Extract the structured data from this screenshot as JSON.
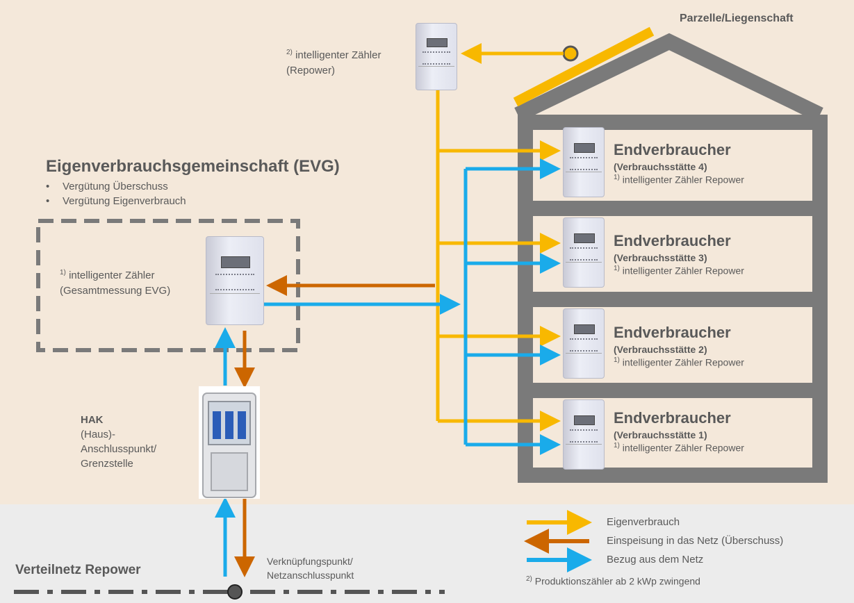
{
  "title_region": "Parzelle/Liegenschaft",
  "evg": {
    "title": "Eigenverbrauchsgemeinschaft (EVG)",
    "bullets": [
      "Vergütung Überschuss",
      "Vergütung Eigenverbrauch"
    ],
    "meter_sup": "1)",
    "meter_line1": "intelligenter Zähler",
    "meter_line2": "(Gesamtmessung EVG)"
  },
  "solar_meter": {
    "sup": "2)",
    "line1": "intelligenter Zähler",
    "line2": "(Repower)"
  },
  "consumers": [
    {
      "title": "Endverbraucher",
      "sub": "(Verbrauchsstätte 4)",
      "sup": "1)",
      "meter": "intelligenter Zähler Repower"
    },
    {
      "title": "Endverbraucher",
      "sub": "(Verbrauchsstätte 3)",
      "sup": "1)",
      "meter": "intelligenter Zähler Repower"
    },
    {
      "title": "Endverbraucher",
      "sub": "(Verbrauchsstätte 2)",
      "sup": "1)",
      "meter": "intelligenter Zähler Repower"
    },
    {
      "title": "Endverbraucher",
      "sub": "(Verbrauchsstätte 1)",
      "sup": "1)",
      "meter": "intelligenter Zähler Repower"
    }
  ],
  "hak": {
    "title": "HAK",
    "line1": "(Haus)-",
    "line2": "Anschlusspunkt/",
    "line3": "Grenzstelle"
  },
  "grid": {
    "name": "Verteilnetz Repower",
    "point_line1": "Verknüpfungspunkt/",
    "point_line2": "Netzanschlusspunkt"
  },
  "legend": [
    {
      "label": "Eigenverbrauch",
      "color": "#f8b800"
    },
    {
      "label": "Einspeisung in das Netz (Überschuss)",
      "color": "#cc6600"
    },
    {
      "label": "Bezug aus dem Netz",
      "color": "#1aabea"
    }
  ],
  "footnote": {
    "sup": "2)",
    "text": "Produktionszähler ab 2 kWp zwingend"
  },
  "colors": {
    "yellow": "#f8b800",
    "orange": "#cc6600",
    "blue": "#1aabea",
    "gray": "#7a7a7a"
  }
}
